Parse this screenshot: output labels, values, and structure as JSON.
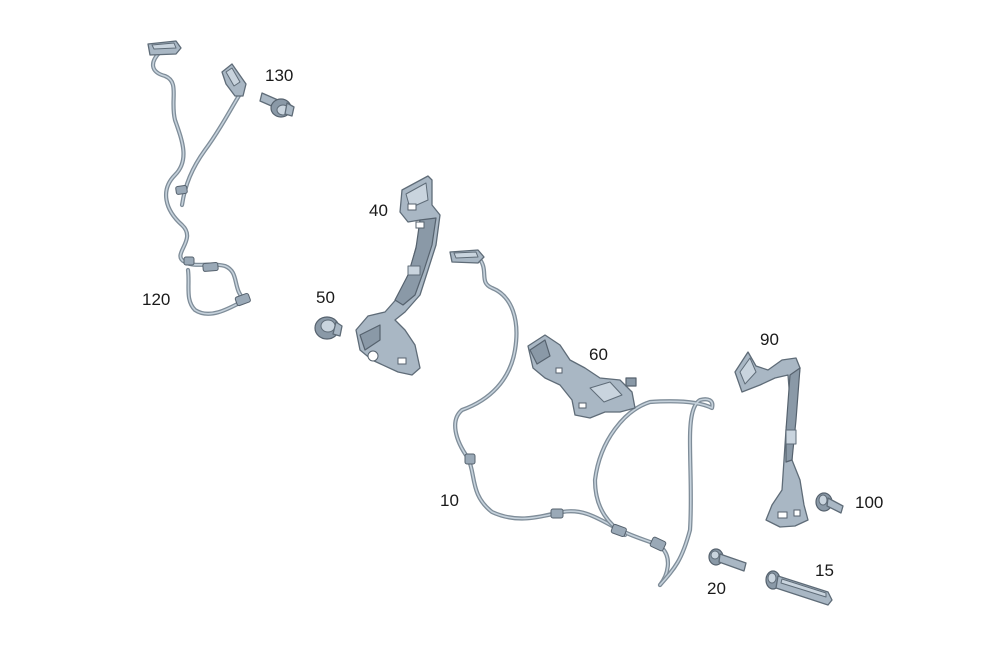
{
  "parts": [
    {
      "id": "10",
      "label": "10"
    },
    {
      "id": "15",
      "label": "15"
    },
    {
      "id": "20",
      "label": "20"
    },
    {
      "id": "40",
      "label": "40"
    },
    {
      "id": "50",
      "label": "50"
    },
    {
      "id": "60",
      "label": "60"
    },
    {
      "id": "90",
      "label": "90"
    },
    {
      "id": "100",
      "label": "100"
    },
    {
      "id": "120",
      "label": "120"
    },
    {
      "id": "130",
      "label": "130"
    }
  ]
}
